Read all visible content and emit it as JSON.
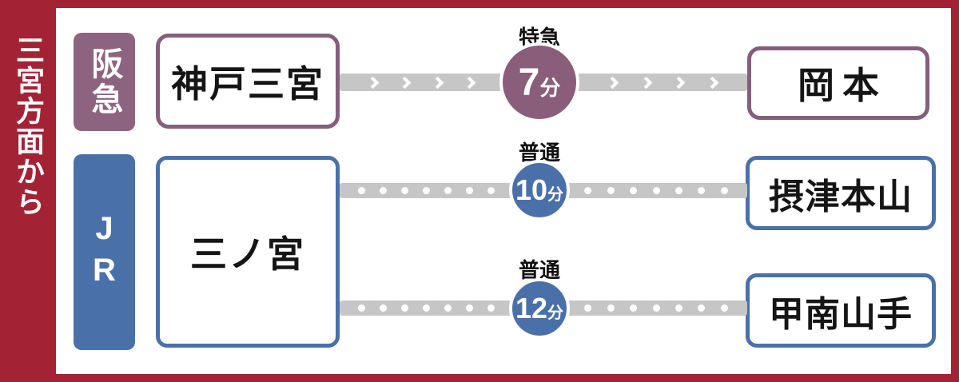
{
  "sidebar": {
    "label": "三宮方面から"
  },
  "colors": {
    "frame_red": "#A32335",
    "hankyu_purple": "#8A5E7B",
    "hankyu_label_bg": "#8D647F",
    "hankyu_box_border": "#865E7D",
    "jr_blue": "#4A70A9",
    "track_gray": "#C6C6C6"
  },
  "icons": {
    "direction_chevron": "›",
    "stop_dot": "•"
  },
  "hankyu": {
    "company": "阪急",
    "from_station": "神戸三宮",
    "route": {
      "train_type": "特急",
      "duration_value": "7",
      "duration_unit": "分",
      "to_station": "岡本"
    }
  },
  "jr": {
    "company": "JR",
    "from_station": "三ノ宮",
    "routes": [
      {
        "train_type": "普通",
        "duration_value": "10",
        "duration_unit": "分",
        "to_station": "摂津本山"
      },
      {
        "train_type": "普通",
        "duration_value": "12",
        "duration_unit": "分",
        "to_station": "甲南山手"
      }
    ]
  }
}
